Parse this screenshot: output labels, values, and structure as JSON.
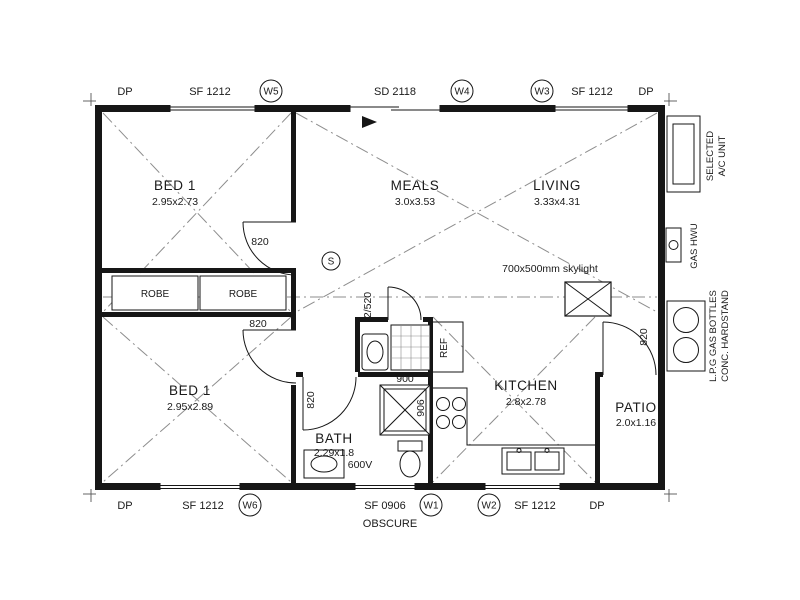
{
  "top_row": {
    "dp_left": "DP",
    "sf_left": "SF 1212",
    "w5": "W5",
    "sd": "SD 2118",
    "w4": "W4",
    "w3": "W3",
    "sf_right": "SF 1212",
    "dp_right": "DP"
  },
  "bottom_row": {
    "dp_left": "DP",
    "sf_left": "SF 1212",
    "w6": "W6",
    "sf_mid": "SF 0906",
    "w1": "W1",
    "w2": "W2",
    "sf_right": "SF 1212",
    "dp_right": "DP",
    "glazing": "OBSCURE"
  },
  "rooms": {
    "bed1_top": {
      "name": "BED 1",
      "dims": "2.95x2.73"
    },
    "meals": {
      "name": "MEALS",
      "dims": "3.0x3.53"
    },
    "living": {
      "name": "LIVING",
      "dims": "3.33x4.31"
    },
    "bed1_bottom": {
      "name": "BED 1",
      "dims": "2.95x2.89"
    },
    "bath": {
      "name": "BATH",
      "dims": "2.29x1.8"
    },
    "kitchen": {
      "name": "KITCHEN",
      "dims": "2.8x2.78"
    },
    "patio": {
      "name": "PATIO",
      "dims": "2.0x1.16"
    },
    "robe_left": {
      "name": "ROBE"
    },
    "robe_right": {
      "name": "ROBE"
    }
  },
  "labels": {
    "skylight": "700x500mm skylight",
    "ref": "REF",
    "smoke": "S",
    "vanity": "600V"
  },
  "dims": {
    "door_bed1_top": "820",
    "door_bed1_bottom": "820",
    "door_bath": "820",
    "door_patio": "820",
    "linen": "2/520",
    "shower_w": "900",
    "shower_d": "906"
  },
  "exterior": {
    "ac_line1": "SELECTED",
    "ac_line2": "A/C  UNIT",
    "hwu": "GAS HWU",
    "lpg_line1": "L.P.G  GAS  BOTTLES",
    "lpg_line2": "CONC.  HARDSTAND"
  }
}
